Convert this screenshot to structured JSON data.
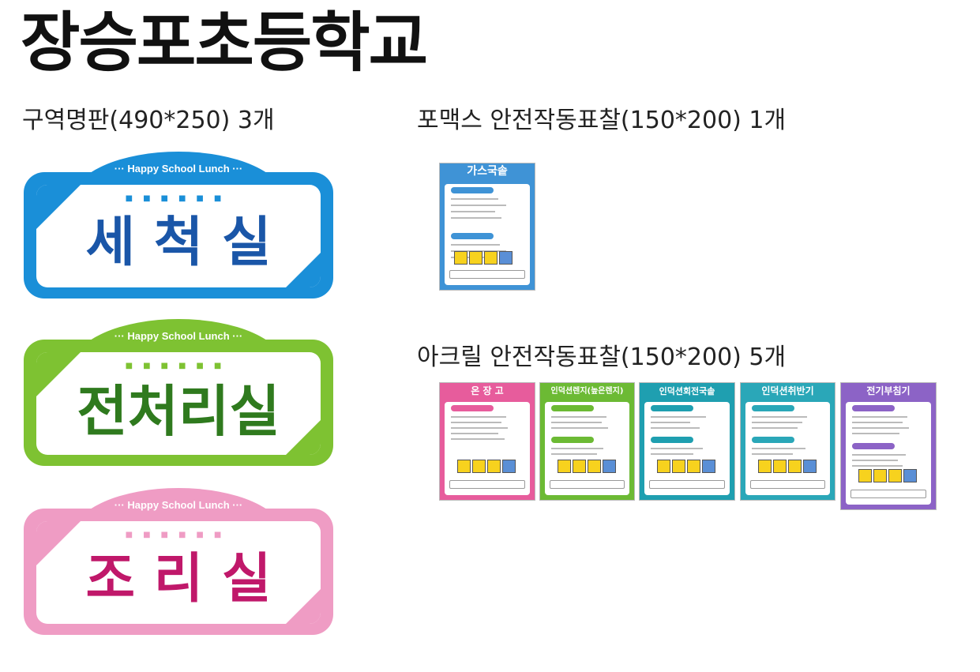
{
  "header": {
    "title": "장승포초등학교",
    "section_zone": "구역명판(490*250) 3개",
    "section_formax": "포맥스 안전작동표찰(150*200) 1개",
    "section_acrylic": "아크릴 안전작동표찰(150*200) 5개"
  },
  "plates": [
    {
      "tag": "··· Happy School Lunch ···",
      "name": "세 척 실",
      "color": "#1a8fd8",
      "text_color": "#1a56a8"
    },
    {
      "tag": "··· Happy School Lunch ···",
      "name": "전처리실",
      "color": "#7ec232",
      "text_color": "#2f7a1e"
    },
    {
      "tag": "··· Happy School Lunch ···",
      "name": "조 리 실",
      "color": "#ef9cc4",
      "text_color": "#c0186a"
    }
  ],
  "formax_card": {
    "title": "가스국솥",
    "color": "#3f93d6"
  },
  "acrylic_cards": [
    {
      "title": "온 장 고",
      "color": "#e75c9c"
    },
    {
      "title": "인덕션렌지(높은렌지)",
      "color": "#6cba34"
    },
    {
      "title": "인덕션회전국솥",
      "color": "#1f9fb0"
    },
    {
      "title": "인덕션취반기",
      "color": "#2aa7b8"
    },
    {
      "title": "전기부침기",
      "color": "#8c63c6"
    }
  ]
}
